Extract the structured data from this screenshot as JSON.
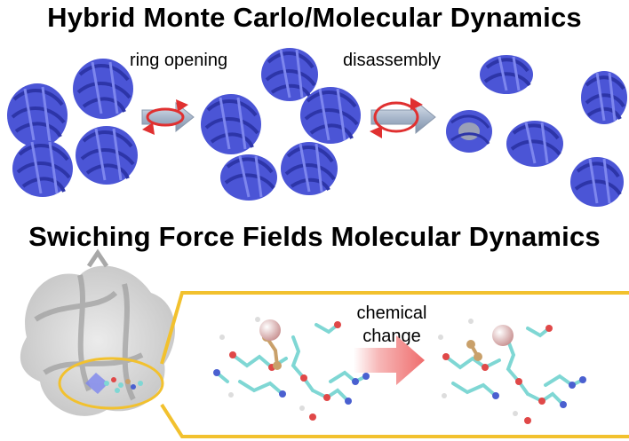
{
  "top_panel": {
    "title": "Hybrid Monte Carlo/Molecular Dynamics",
    "step1_label": "ring opening",
    "step2_label": "disassembly"
  },
  "bottom_panel": {
    "title": "Swiching Force Fields Molecular Dynamics",
    "step_label_line1": "chemical",
    "step_label_line2": "change"
  },
  "colors": {
    "protein": "#4b55d6",
    "protein_dark": "#2d35a8",
    "rotation_arrow": "#e03030",
    "process_arrow": "#a9b8cc",
    "highlight_frame": "#f2c12e",
    "chemical_arrow": "#f07070",
    "metal_ion": "#e9b9b9",
    "carbon": "#7fd7d4",
    "phosphorus": "#c9a06a",
    "oxygen": "#e04848",
    "nitrogen": "#4a60d0"
  }
}
